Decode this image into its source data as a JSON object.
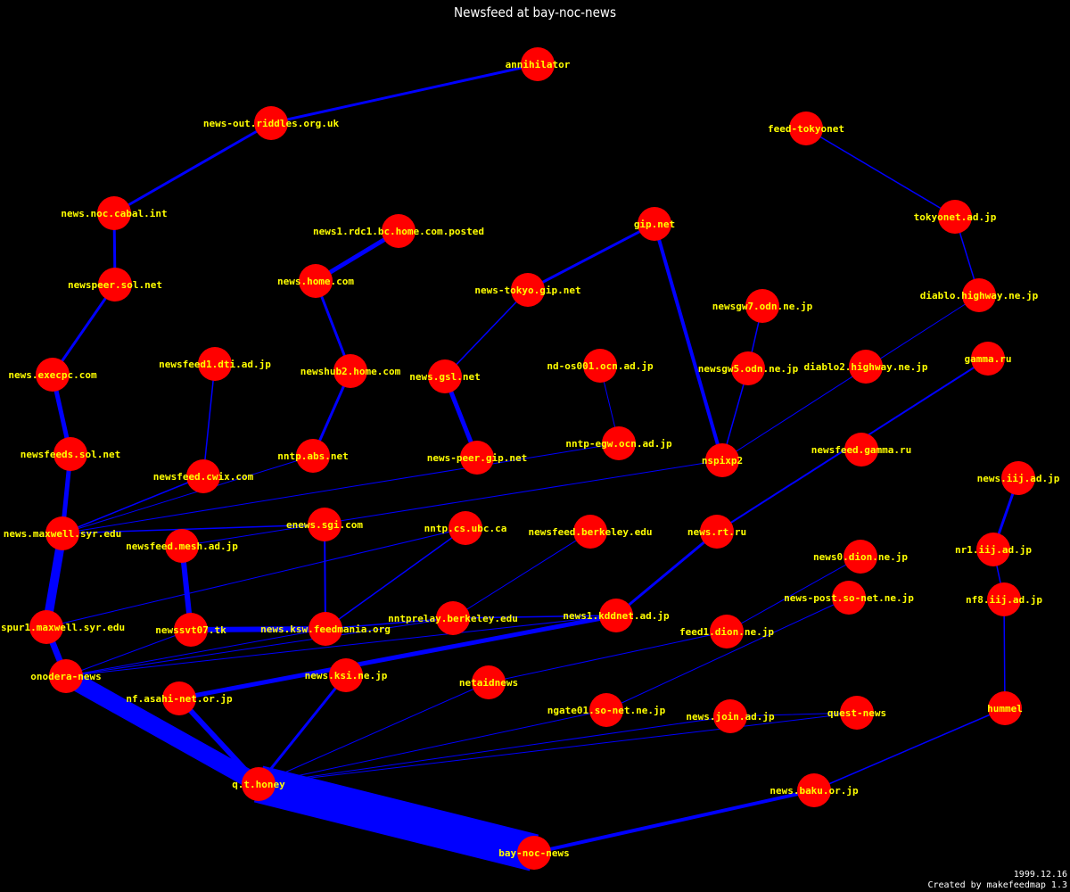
{
  "title": "Newsfeed at bay-noc-news",
  "footer": {
    "date": "1999.12.16",
    "credit": "Created by makefeedmap 1.3"
  },
  "colors": {
    "background": "#000000",
    "node": "#ff0000",
    "edge": "#0000ff",
    "label": "#ffff00",
    "title": "#ffffff"
  },
  "nodes": [
    {
      "id": "annihilator",
      "label": "annihilator"
    },
    {
      "id": "riddles",
      "label": "news-out.riddles.org.uk"
    },
    {
      "id": "feedtokyonet",
      "label": "feed-tokyonet"
    },
    {
      "id": "tokyonet",
      "label": "tokyonet.ad.jp"
    },
    {
      "id": "cabal",
      "label": "news.noc.cabal.int"
    },
    {
      "id": "rdc1",
      "label": "news1.rdc1.bc.home.com.posted"
    },
    {
      "id": "gipnet",
      "label": "gip.net"
    },
    {
      "id": "newshome",
      "label": "news.home.com"
    },
    {
      "id": "newspeersol",
      "label": "newspeer.sol.net"
    },
    {
      "id": "tokyogip",
      "label": "news-tokyo.gip.net"
    },
    {
      "id": "newsgw7",
      "label": "newsgw7.odn.ne.jp"
    },
    {
      "id": "diablo",
      "label": "diablo.highway.ne.jp"
    },
    {
      "id": "gammaru",
      "label": "gamma.ru"
    },
    {
      "id": "execpc",
      "label": "news.execpc.com"
    },
    {
      "id": "dti",
      "label": "newsfeed1.dti.ad.jp"
    },
    {
      "id": "newshub2",
      "label": "newshub2.home.com"
    },
    {
      "id": "gsl",
      "label": "news.gsl.net"
    },
    {
      "id": "ndos",
      "label": "nd-os001.ocn.ad.jp"
    },
    {
      "id": "newsgw5",
      "label": "newsgw5.odn.ne.jp"
    },
    {
      "id": "diablo2",
      "label": "diablo2.highway.ne.jp"
    },
    {
      "id": "egw",
      "label": "nntp-egw.ocn.ad.jp"
    },
    {
      "id": "newsfeedssol",
      "label": "newsfeeds.sol.net"
    },
    {
      "id": "abs",
      "label": "nntp.abs.net"
    },
    {
      "id": "peergip",
      "label": "news-peer.gip.net"
    },
    {
      "id": "nspixp2",
      "label": "nspixp2"
    },
    {
      "id": "newsfeedgamma",
      "label": "newsfeed.gamma.ru"
    },
    {
      "id": "cwix",
      "label": "newsfeed.cwix.com"
    },
    {
      "id": "iij",
      "label": "news.iij.ad.jp"
    },
    {
      "id": "maxwell",
      "label": "news.maxwell.syr.edu"
    },
    {
      "id": "enews",
      "label": "enews.sgi.com"
    },
    {
      "id": "ubc",
      "label": "nntp.cs.ubc.ca"
    },
    {
      "id": "berkeley",
      "label": "newsfeed.berkeley.edu"
    },
    {
      "id": "rtru",
      "label": "news.rt.ru"
    },
    {
      "id": "mesh",
      "label": "newsfeed.mesh.ad.jp"
    },
    {
      "id": "nr1iij",
      "label": "nr1.iij.ad.jp"
    },
    {
      "id": "dion0",
      "label": "news0.dion.ne.jp"
    },
    {
      "id": "nf8iij",
      "label": "nf8.iij.ad.jp"
    },
    {
      "id": "postsonet",
      "label": "news-post.so-net.ne.jp"
    },
    {
      "id": "spur1",
      "label": "spur1.maxwell.syr.edu"
    },
    {
      "id": "tk",
      "label": "newssvt07.tk"
    },
    {
      "id": "feedmania",
      "label": "news.ksw.feedmania.org"
    },
    {
      "id": "nntprelay",
      "label": "nntprelay.berkeley.edu"
    },
    {
      "id": "kddnet",
      "label": "news1.kddnet.ad.jp"
    },
    {
      "id": "feed1dion",
      "label": "feed1.dion.ne.jp"
    },
    {
      "id": "onodera",
      "label": "onodera-news"
    },
    {
      "id": "ksi",
      "label": "news.ksi.ne.jp"
    },
    {
      "id": "netaid",
      "label": "netaidnews"
    },
    {
      "id": "asahi",
      "label": "nf.asahi-net.or.jp"
    },
    {
      "id": "hummel",
      "label": "hummel"
    },
    {
      "id": "ngate",
      "label": "ngate01.so-net.ne.jp"
    },
    {
      "id": "join",
      "label": "news.join.ad.jp"
    },
    {
      "id": "quest",
      "label": "quest-news"
    },
    {
      "id": "qthoney",
      "label": "q.t.honey"
    },
    {
      "id": "baku",
      "label": "news.baku.or.jp"
    },
    {
      "id": "baynoc",
      "label": "bay-noc-news"
    }
  ],
  "edges": [
    {
      "from": "annihilator",
      "to": "riddles",
      "weight": 3
    },
    {
      "from": "riddles",
      "to": "cabal",
      "weight": 3
    },
    {
      "from": "cabal",
      "to": "newspeersol",
      "weight": 3
    },
    {
      "from": "newspeersol",
      "to": "execpc",
      "weight": 3
    },
    {
      "from": "execpc",
      "to": "newsfeedssol",
      "weight": 5
    },
    {
      "from": "newsfeedssol",
      "to": "maxwell",
      "weight": 5
    },
    {
      "from": "maxwell",
      "to": "spur1",
      "weight": 10
    },
    {
      "from": "spur1",
      "to": "onodera",
      "weight": 7
    },
    {
      "from": "onodera",
      "to": "qthoney",
      "weight": 20
    },
    {
      "from": "qthoney",
      "to": "baynoc",
      "weight": 42
    },
    {
      "from": "baynoc",
      "to": "baku",
      "weight": 4
    },
    {
      "from": "baku",
      "to": "hummel",
      "weight": 1.5
    },
    {
      "from": "hummel",
      "to": "nf8iij",
      "weight": 1.5
    },
    {
      "from": "nf8iij",
      "to": "nr1iij",
      "weight": 1.5
    },
    {
      "from": "nr1iij",
      "to": "iij",
      "weight": 3
    },
    {
      "from": "feedtokyonet",
      "to": "tokyonet",
      "weight": 1.5
    },
    {
      "from": "tokyonet",
      "to": "diablo",
      "weight": 1.5
    },
    {
      "from": "diablo",
      "to": "nspixp2",
      "weight": 1
    },
    {
      "from": "gipnet",
      "to": "nspixp2",
      "weight": 4
    },
    {
      "from": "gipnet",
      "to": "tokyogip",
      "weight": 3
    },
    {
      "from": "tokyogip",
      "to": "gsl",
      "weight": 1.5
    },
    {
      "from": "gsl",
      "to": "peergip",
      "weight": 5
    },
    {
      "from": "newsgw7",
      "to": "newsgw5",
      "weight": 1.5
    },
    {
      "from": "newsgw5",
      "to": "nspixp2",
      "weight": 1.5
    },
    {
      "from": "rdc1",
      "to": "newshome",
      "weight": 5
    },
    {
      "from": "newshome",
      "to": "newshub2",
      "weight": 3
    },
    {
      "from": "newshub2",
      "to": "abs",
      "weight": 3
    },
    {
      "from": "ndos",
      "to": "egw",
      "weight": 1
    },
    {
      "from": "dti",
      "to": "cwix",
      "weight": 1.5
    },
    {
      "from": "cwix",
      "to": "maxwell",
      "weight": 1.5
    },
    {
      "from": "abs",
      "to": "maxwell",
      "weight": 1
    },
    {
      "from": "egw",
      "to": "maxwell",
      "weight": 1
    },
    {
      "from": "nspixp2",
      "to": "mesh",
      "weight": 1
    },
    {
      "from": "gammaru",
      "to": "rtru",
      "weight": 2
    },
    {
      "from": "rtru",
      "to": "kddnet",
      "weight": 3
    },
    {
      "from": "enews",
      "to": "maxwell",
      "weight": 1.5
    },
    {
      "from": "enews",
      "to": "feedmania",
      "weight": 2
    },
    {
      "from": "mesh",
      "to": "tk",
      "weight": 6
    },
    {
      "from": "ubc",
      "to": "feedmania",
      "weight": 1.5
    },
    {
      "from": "berkeley",
      "to": "nntprelay",
      "weight": 1
    },
    {
      "from": "ubc",
      "to": "spur1",
      "weight": 1
    },
    {
      "from": "tk",
      "to": "feedmania",
      "weight": 6
    },
    {
      "from": "feedmania",
      "to": "nntprelay",
      "weight": 1.5
    },
    {
      "from": "nntprelay",
      "to": "kddnet",
      "weight": 1.5
    },
    {
      "from": "tk",
      "to": "onodera",
      "weight": 1
    },
    {
      "from": "feedmania",
      "to": "onodera",
      "weight": 1
    },
    {
      "from": "kddnet",
      "to": "onodera",
      "weight": 1
    },
    {
      "from": "onodera",
      "to": "nntprelay",
      "weight": 1
    },
    {
      "from": "kddnet",
      "to": "asahi",
      "weight": 5
    },
    {
      "from": "asahi",
      "to": "qthoney",
      "weight": 6
    },
    {
      "from": "ksi",
      "to": "qthoney",
      "weight": 3
    },
    {
      "from": "dion0",
      "to": "feed1dion",
      "weight": 1
    },
    {
      "from": "feed1dion",
      "to": "netaid",
      "weight": 1
    },
    {
      "from": "postsonet",
      "to": "ngate",
      "weight": 1
    },
    {
      "from": "ngate",
      "to": "qthoney",
      "weight": 1
    },
    {
      "from": "netaid",
      "to": "qthoney",
      "weight": 1
    },
    {
      "from": "join",
      "to": "qthoney",
      "weight": 1
    },
    {
      "from": "quest",
      "to": "qthoney",
      "weight": 1
    },
    {
      "from": "join",
      "to": "quest",
      "weight": 1
    }
  ]
}
